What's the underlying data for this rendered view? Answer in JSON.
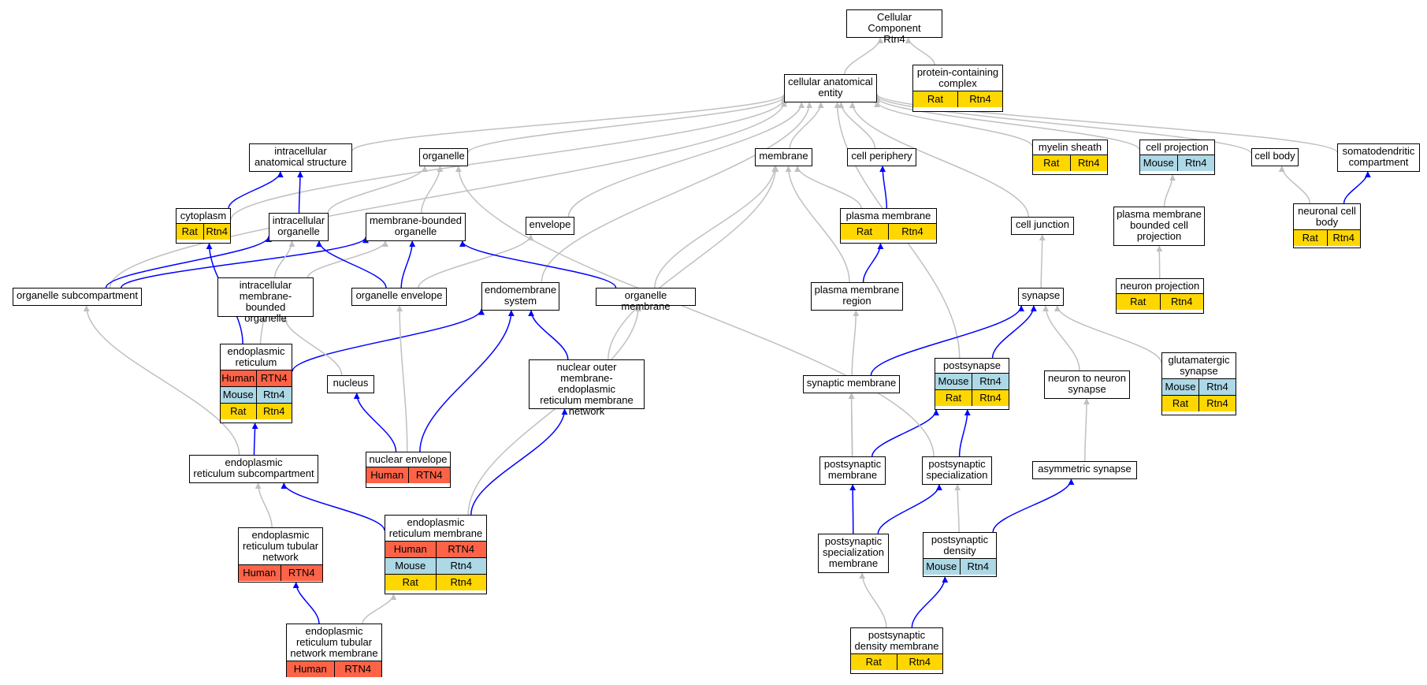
{
  "colors": {
    "blue": "#0000ff",
    "gray": "#c0c0c0",
    "Human": "#ff6347",
    "Mouse": "#add8e6",
    "Rat": "#ffd700"
  },
  "nodes": {
    "root": {
      "label": "Cellular Component\nRtn4",
      "ann": []
    },
    "cae": {
      "label": "cellular anatomical\nentity",
      "ann": []
    },
    "pcc": {
      "label": "protein-containing\ncomplex",
      "ann": [
        [
          "Rat",
          "Rtn4"
        ]
      ]
    },
    "ias": {
      "label": "intracellular\nanatomical structure",
      "ann": []
    },
    "org": {
      "label": "organelle",
      "ann": []
    },
    "mem": {
      "label": "membrane",
      "ann": []
    },
    "cp": {
      "label": "cell periphery",
      "ann": []
    },
    "ms": {
      "label": "myelin sheath",
      "ann": [
        [
          "Rat",
          "Rtn4"
        ]
      ]
    },
    "cproj": {
      "label": "cell projection",
      "ann": [
        [
          "Mouse",
          "Rtn4"
        ]
      ]
    },
    "cb": {
      "label": "cell body",
      "ann": []
    },
    "sdc": {
      "label": "somatodendritic\ncompartment",
      "ann": []
    },
    "cyto": {
      "label": "cytoplasm",
      "ann": [
        [
          "Rat",
          "Rtn4"
        ]
      ]
    },
    "io": {
      "label": "intracellular\norganelle",
      "ann": []
    },
    "mbo": {
      "label": "membrane-bounded\norganelle",
      "ann": []
    },
    "env": {
      "label": "envelope",
      "ann": []
    },
    "pm": {
      "label": "plasma membrane",
      "ann": [
        [
          "Rat",
          "Rtn4"
        ]
      ]
    },
    "cj": {
      "label": "cell junction",
      "ann": []
    },
    "pmbcp": {
      "label": "plasma membrane\nbounded cell\nprojection",
      "ann": []
    },
    "ncb": {
      "label": "neuronal cell\nbody",
      "ann": [
        [
          "Rat",
          "Rtn4"
        ]
      ]
    },
    "osc": {
      "label": "organelle subcompartment",
      "ann": []
    },
    "imbo": {
      "label": "intracellular\nmembrane-bounded\norganelle",
      "ann": []
    },
    "oenv": {
      "label": "organelle envelope",
      "ann": []
    },
    "ems": {
      "label": "endomembrane\nsystem",
      "ann": []
    },
    "omem": {
      "label": "organelle membrane",
      "ann": []
    },
    "pmr": {
      "label": "plasma membrane\nregion",
      "ann": []
    },
    "syn": {
      "label": "synapse",
      "ann": []
    },
    "np": {
      "label": "neuron projection",
      "ann": [
        [
          "Rat",
          "Rtn4"
        ]
      ]
    },
    "er": {
      "label": "endoplasmic\nreticulum",
      "ann": [
        [
          "Human",
          "RTN4"
        ],
        [
          "Mouse",
          "Rtn4"
        ],
        [
          "Rat",
          "Rtn4"
        ]
      ]
    },
    "nuc": {
      "label": "nucleus",
      "ann": []
    },
    "nomern": {
      "label": "nuclear outer\nmembrane-endoplasmic\nreticulum membrane\nnetwork",
      "ann": []
    },
    "synm": {
      "label": "synaptic membrane",
      "ann": []
    },
    "post": {
      "label": "postsynapse",
      "ann": [
        [
          "Mouse",
          "Rtn4"
        ],
        [
          "Rat",
          "Rtn4"
        ]
      ]
    },
    "n2n": {
      "label": "neuron to neuron\nsynapse",
      "ann": []
    },
    "glut": {
      "label": "glutamatergic\nsynapse",
      "ann": [
        [
          "Mouse",
          "Rtn4"
        ],
        [
          "Rat",
          "Rtn4"
        ]
      ]
    },
    "ersc": {
      "label": "endoplasmic\nreticulum subcompartment",
      "ann": []
    },
    "nenv": {
      "label": "nuclear envelope",
      "ann": [
        [
          "Human",
          "RTN4"
        ]
      ]
    },
    "psm": {
      "label": "postsynaptic\nmembrane",
      "ann": []
    },
    "pss": {
      "label": "postsynaptic\nspecialization",
      "ann": []
    },
    "asyn": {
      "label": "asymmetric synapse",
      "ann": []
    },
    "ertn": {
      "label": "endoplasmic\nreticulum tubular\nnetwork",
      "ann": [
        [
          "Human",
          "RTN4"
        ]
      ]
    },
    "erm": {
      "label": "endoplasmic\nreticulum membrane",
      "ann": [
        [
          "Human",
          "RTN4"
        ],
        [
          "Mouse",
          "Rtn4"
        ],
        [
          "Rat",
          "Rtn4"
        ]
      ]
    },
    "pssm": {
      "label": "postsynaptic\nspecialization\nmembrane",
      "ann": []
    },
    "psd": {
      "label": "postsynaptic\ndensity",
      "ann": [
        [
          "Mouse",
          "Rtn4"
        ]
      ]
    },
    "ertnm": {
      "label": "endoplasmic\nreticulum tubular\nnetwork membrane",
      "ann": [
        [
          "Human",
          "RTN4"
        ]
      ]
    },
    "psdm": {
      "label": "postsynaptic\ndensity membrane",
      "ann": [
        [
          "Rat",
          "Rtn4"
        ]
      ]
    }
  },
  "edges": [
    [
      "cae",
      "root",
      "g"
    ],
    [
      "pcc",
      "root",
      "g"
    ],
    [
      "ias",
      "cae",
      "g"
    ],
    [
      "org",
      "cae",
      "g"
    ],
    [
      "mem",
      "cae",
      "g"
    ],
    [
      "cp",
      "cae",
      "g"
    ],
    [
      "ms",
      "cae",
      "g"
    ],
    [
      "cproj",
      "cae",
      "g"
    ],
    [
      "cb",
      "cae",
      "g"
    ],
    [
      "sdc",
      "cae",
      "g"
    ],
    [
      "cyto",
      "cae",
      "g"
    ],
    [
      "env",
      "cae",
      "g"
    ],
    [
      "osc",
      "cae",
      "g"
    ],
    [
      "ems",
      "cae",
      "g"
    ],
    [
      "cj",
      "cae",
      "g"
    ],
    [
      "post",
      "cae",
      "g"
    ],
    [
      "cyto",
      "ias",
      "b"
    ],
    [
      "io",
      "ias",
      "b"
    ],
    [
      "io",
      "org",
      "g"
    ],
    [
      "mbo",
      "org",
      "g"
    ],
    [
      "pm",
      "cp",
      "b"
    ],
    [
      "pm",
      "mem",
      "g"
    ],
    [
      "pmr",
      "mem",
      "g"
    ],
    [
      "omem",
      "mem",
      "g"
    ],
    [
      "nomern",
      "mem",
      "g"
    ],
    [
      "pmbcp",
      "cproj",
      "g"
    ],
    [
      "np",
      "pmbcp",
      "g"
    ],
    [
      "ncb",
      "cb",
      "g"
    ],
    [
      "ncb",
      "sdc",
      "b"
    ],
    [
      "osc",
      "io",
      "b"
    ],
    [
      "osc",
      "mbo",
      "b"
    ],
    [
      "imbo",
      "io",
      "g"
    ],
    [
      "imbo",
      "mbo",
      "g"
    ],
    [
      "oenv",
      "io",
      "b"
    ],
    [
      "oenv",
      "mbo",
      "b"
    ],
    [
      "oenv",
      "env",
      "g"
    ],
    [
      "omem",
      "mbo",
      "b"
    ],
    [
      "pmr",
      "pm",
      "b"
    ],
    [
      "syn",
      "cj",
      "g"
    ],
    [
      "er",
      "cyto",
      "b"
    ],
    [
      "er",
      "imbo",
      "g"
    ],
    [
      "er",
      "ems",
      "b"
    ],
    [
      "nuc",
      "imbo",
      "g"
    ],
    [
      "nomern",
      "ems",
      "b"
    ],
    [
      "synm",
      "pmr",
      "g"
    ],
    [
      "synm",
      "syn",
      "b"
    ],
    [
      "post",
      "syn",
      "b"
    ],
    [
      "n2n",
      "syn",
      "g"
    ],
    [
      "glut",
      "syn",
      "g"
    ],
    [
      "ersc",
      "osc",
      "g"
    ],
    [
      "ersc",
      "er",
      "b"
    ],
    [
      "nenv",
      "nuc",
      "b"
    ],
    [
      "nenv",
      "oenv",
      "g"
    ],
    [
      "nenv",
      "ems",
      "b"
    ],
    [
      "psm",
      "synm",
      "g"
    ],
    [
      "psm",
      "post",
      "b"
    ],
    [
      "pss",
      "post",
      "b"
    ],
    [
      "pss",
      "org",
      "g"
    ],
    [
      "asyn",
      "n2n",
      "g"
    ],
    [
      "ertn",
      "ersc",
      "g"
    ],
    [
      "erm",
      "ersc",
      "b"
    ],
    [
      "erm",
      "omem",
      "g"
    ],
    [
      "erm",
      "nomern",
      "b"
    ],
    [
      "pssm",
      "synm",
      "g"
    ],
    [
      "pssm",
      "psm",
      "b"
    ],
    [
      "pssm",
      "pss",
      "b"
    ],
    [
      "psd",
      "pss",
      "g"
    ],
    [
      "psd",
      "asyn",
      "b"
    ],
    [
      "ertnm",
      "ertn",
      "b"
    ],
    [
      "ertnm",
      "erm",
      "g"
    ],
    [
      "psdm",
      "pssm",
      "g"
    ],
    [
      "psdm",
      "psd",
      "b"
    ]
  ]
}
